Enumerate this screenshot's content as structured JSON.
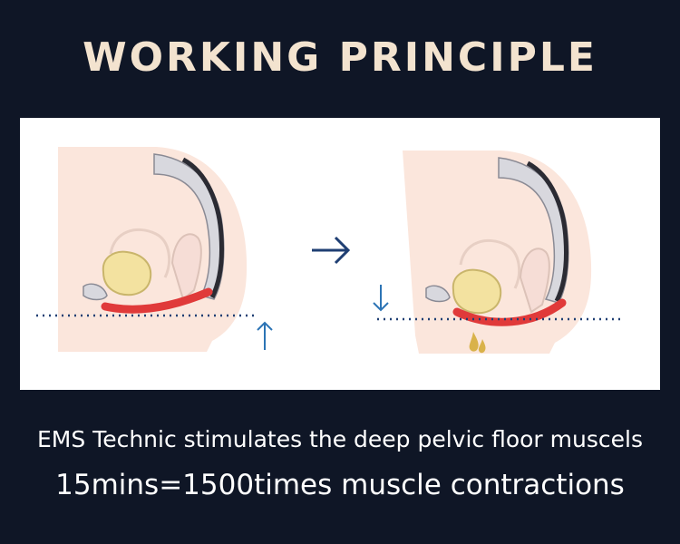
{
  "title": "WORKING PRINCIPLE",
  "captions": {
    "line1": "EMS Technic stimulates the deep pelvic floor muscels",
    "line2": "15mins=1500times muscle contractions"
  },
  "colors": {
    "background": "#0f1626",
    "title": "#f3e3cf",
    "caption": "#ffffff",
    "panel": "#ffffff",
    "skin": "#fbe6dc",
    "muscle": "#e03a3a",
    "bladder": "#f3e2a0",
    "spine": "#d8d8de",
    "arrow": "#2c74b5",
    "arrow_main": "#1f3f73"
  },
  "icons": {
    "state_arrow": "arrow-right-icon",
    "left_indicator": "arrow-up-icon",
    "right_indicator": "arrow-down-icon"
  }
}
